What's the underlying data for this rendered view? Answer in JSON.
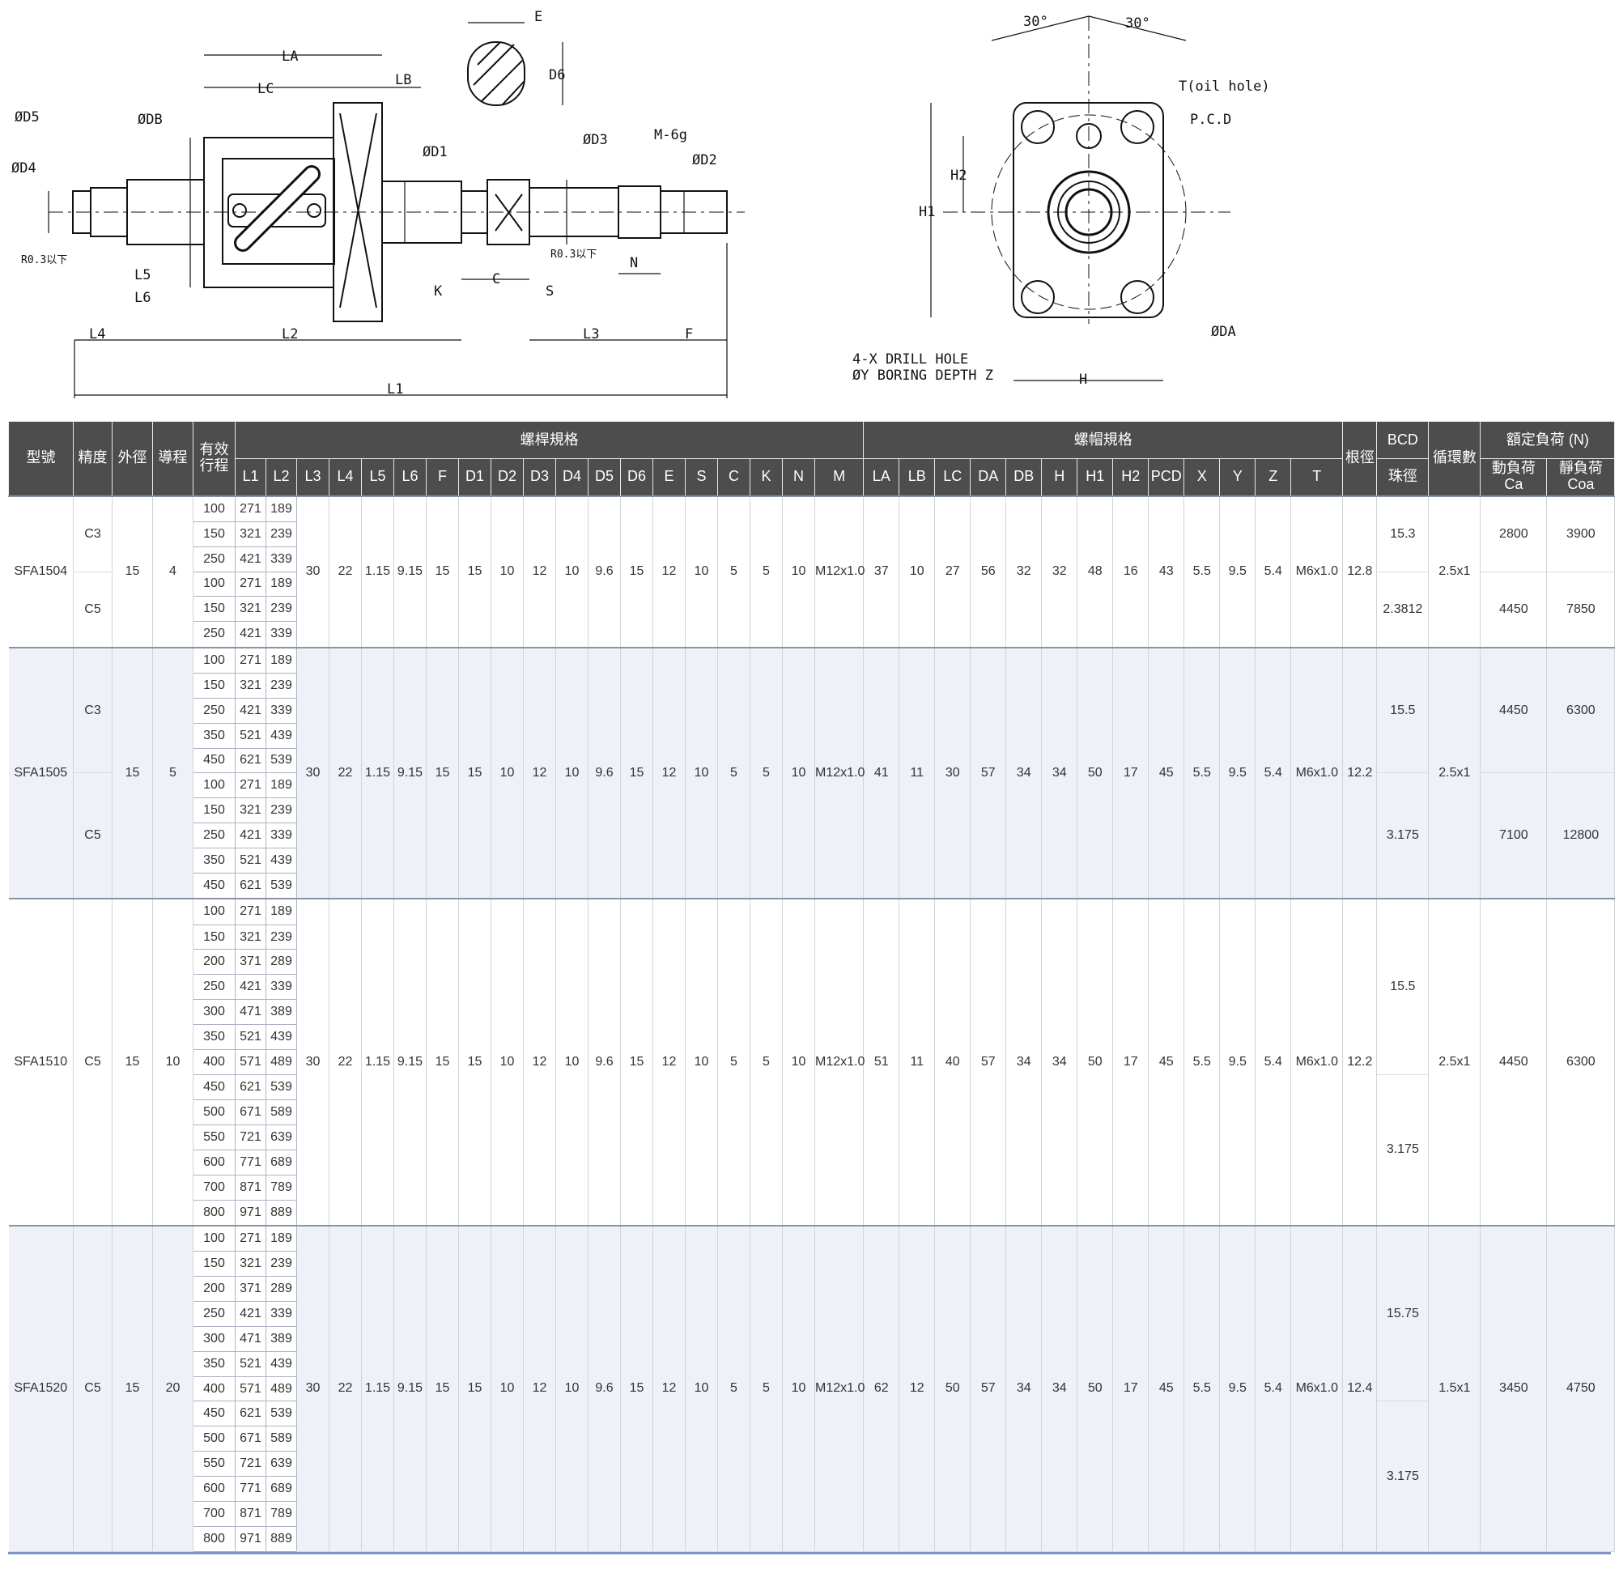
{
  "drawing": {
    "side_labels": [
      "LA",
      "LC",
      "LB",
      "ØD5",
      "ØDB",
      "ØD4",
      "ØD1",
      "ØD3",
      "M-6g",
      "ØD2",
      "E",
      "D6",
      "L5",
      "L6",
      "K",
      "C",
      "S",
      "N",
      "L4",
      "L2",
      "L3",
      "F",
      "L1",
      "R0.3以下",
      "R0.3以下"
    ],
    "front_labels": [
      "30°",
      "30°",
      "T(oil hole)",
      "P.C.D",
      "H2",
      "H1",
      "ØDA",
      "H",
      "4-X DRILL HOLE",
      "ØY BORING DEPTH Z"
    ]
  },
  "table": {
    "headers": {
      "model": "型號",
      "grade": "精度",
      "od": "外徑",
      "lead": "導程",
      "stroke": "有效行程",
      "screw_spec": "螺桿規格",
      "nut_spec": "螺帽規格",
      "root": "根徑",
      "bcd": "BCD",
      "ball": "珠徑",
      "circuits": "循環數",
      "rated_load": "額定負荷 (N)",
      "dyn": "動負荷 Ca",
      "stat": "靜負荷 Coa",
      "screw_cols": [
        "L1",
        "L2",
        "L3",
        "L4",
        "L5",
        "L6",
        "F",
        "D1",
        "D2",
        "D3",
        "D4",
        "D5",
        "D6",
        "E",
        "S",
        "C",
        "K",
        "N",
        "M"
      ],
      "nut_cols": [
        "LA",
        "LB",
        "LC",
        "DA",
        "DB",
        "H",
        "H1",
        "H2",
        "PCD",
        "X",
        "Y",
        "Z",
        "T"
      ]
    },
    "models": [
      {
        "model": "SFA1504",
        "od": "15",
        "lead": "4",
        "screw": [
          "30",
          "22",
          "1.15",
          "9.15",
          "15",
          "15",
          "10",
          "12",
          "10",
          "9.6",
          "15",
          "12",
          "10",
          "5",
          "5",
          "10",
          "M12x1.0"
        ],
        "nut": [
          "37",
          "10",
          "27",
          "56",
          "32",
          "32",
          "48",
          "16",
          "43",
          "5.5",
          "9.5",
          "5.4",
          "M6x1.0"
        ],
        "root": "12.8",
        "circuits": "2.5x1",
        "grades": [
          {
            "grade": "C3",
            "ball": "15.3",
            "ca": "2800",
            "coa": "3900",
            "rows": [
              [
                "100",
                "271",
                "189"
              ],
              [
                "150",
                "321",
                "239"
              ],
              [
                "250",
                "421",
                "339"
              ]
            ]
          },
          {
            "grade": "C5",
            "ball": "2.3812",
            "ca": "4450",
            "coa": "7850",
            "rows": [
              [
                "100",
                "271",
                "189"
              ],
              [
                "150",
                "321",
                "239"
              ],
              [
                "250",
                "421",
                "339"
              ]
            ]
          }
        ]
      },
      {
        "model": "SFA1505",
        "od": "15",
        "lead": "5",
        "screw": [
          "30",
          "22",
          "1.15",
          "9.15",
          "15",
          "15",
          "10",
          "12",
          "10",
          "9.6",
          "15",
          "12",
          "10",
          "5",
          "5",
          "10",
          "M12x1.0"
        ],
        "nut": [
          "41",
          "11",
          "30",
          "57",
          "34",
          "34",
          "50",
          "17",
          "45",
          "5.5",
          "9.5",
          "5.4",
          "M6x1.0"
        ],
        "root": "12.2",
        "circuits": "2.5x1",
        "grades": [
          {
            "grade": "C3",
            "ball": "15.5",
            "ca": "4450",
            "coa": "6300",
            "rows": [
              [
                "100",
                "271",
                "189"
              ],
              [
                "150",
                "321",
                "239"
              ],
              [
                "250",
                "421",
                "339"
              ],
              [
                "350",
                "521",
                "439"
              ],
              [
                "450",
                "621",
                "539"
              ]
            ]
          },
          {
            "grade": "C5",
            "ball": "3.175",
            "ca": "7100",
            "coa": "12800",
            "rows": [
              [
                "100",
                "271",
                "189"
              ],
              [
                "150",
                "321",
                "239"
              ],
              [
                "250",
                "421",
                "339"
              ],
              [
                "350",
                "521",
                "439"
              ],
              [
                "450",
                "621",
                "539"
              ]
            ]
          }
        ]
      },
      {
        "model": "SFA1510",
        "grade": "C5",
        "od": "15",
        "lead": "10",
        "screw": [
          "30",
          "22",
          "1.15",
          "9.15",
          "15",
          "15",
          "10",
          "12",
          "10",
          "9.6",
          "15",
          "12",
          "10",
          "5",
          "5",
          "10",
          "M12x1.0"
        ],
        "nut": [
          "51",
          "11",
          "40",
          "57",
          "34",
          "34",
          "50",
          "17",
          "45",
          "5.5",
          "9.5",
          "5.4",
          "M6x1.0"
        ],
        "root": "12.2",
        "bcd": "15.5",
        "ball": "3.175",
        "circuits": "2.5x1",
        "ca": "4450",
        "coa": "6300",
        "rows": [
          [
            "100",
            "271",
            "189"
          ],
          [
            "150",
            "321",
            "239"
          ],
          [
            "200",
            "371",
            "289"
          ],
          [
            "250",
            "421",
            "339"
          ],
          [
            "300",
            "471",
            "389"
          ],
          [
            "350",
            "521",
            "439"
          ],
          [
            "400",
            "571",
            "489"
          ],
          [
            "450",
            "621",
            "539"
          ],
          [
            "500",
            "671",
            "589"
          ],
          [
            "550",
            "721",
            "639"
          ],
          [
            "600",
            "771",
            "689"
          ],
          [
            "700",
            "871",
            "789"
          ],
          [
            "800",
            "971",
            "889"
          ]
        ]
      },
      {
        "model": "SFA1520",
        "grade": "C5",
        "od": "15",
        "lead": "20",
        "screw": [
          "30",
          "22",
          "1.15",
          "9.15",
          "15",
          "15",
          "10",
          "12",
          "10",
          "9.6",
          "15",
          "12",
          "10",
          "5",
          "5",
          "10",
          "M12x1.0"
        ],
        "nut": [
          "62",
          "12",
          "50",
          "57",
          "34",
          "34",
          "50",
          "17",
          "45",
          "5.5",
          "9.5",
          "5.4",
          "M6x1.0"
        ],
        "root": "12.4",
        "bcd": "15.75",
        "ball": "3.175",
        "circuits": "1.5x1",
        "ca": "3450",
        "coa": "4750",
        "rows": [
          [
            "100",
            "271",
            "189"
          ],
          [
            "150",
            "321",
            "239"
          ],
          [
            "200",
            "371",
            "289"
          ],
          [
            "250",
            "421",
            "339"
          ],
          [
            "300",
            "471",
            "389"
          ],
          [
            "350",
            "521",
            "439"
          ],
          [
            "400",
            "571",
            "489"
          ],
          [
            "450",
            "621",
            "539"
          ],
          [
            "500",
            "671",
            "589"
          ],
          [
            "550",
            "721",
            "639"
          ],
          [
            "600",
            "771",
            "689"
          ],
          [
            "700",
            "871",
            "789"
          ],
          [
            "800",
            "971",
            "889"
          ]
        ]
      }
    ]
  }
}
